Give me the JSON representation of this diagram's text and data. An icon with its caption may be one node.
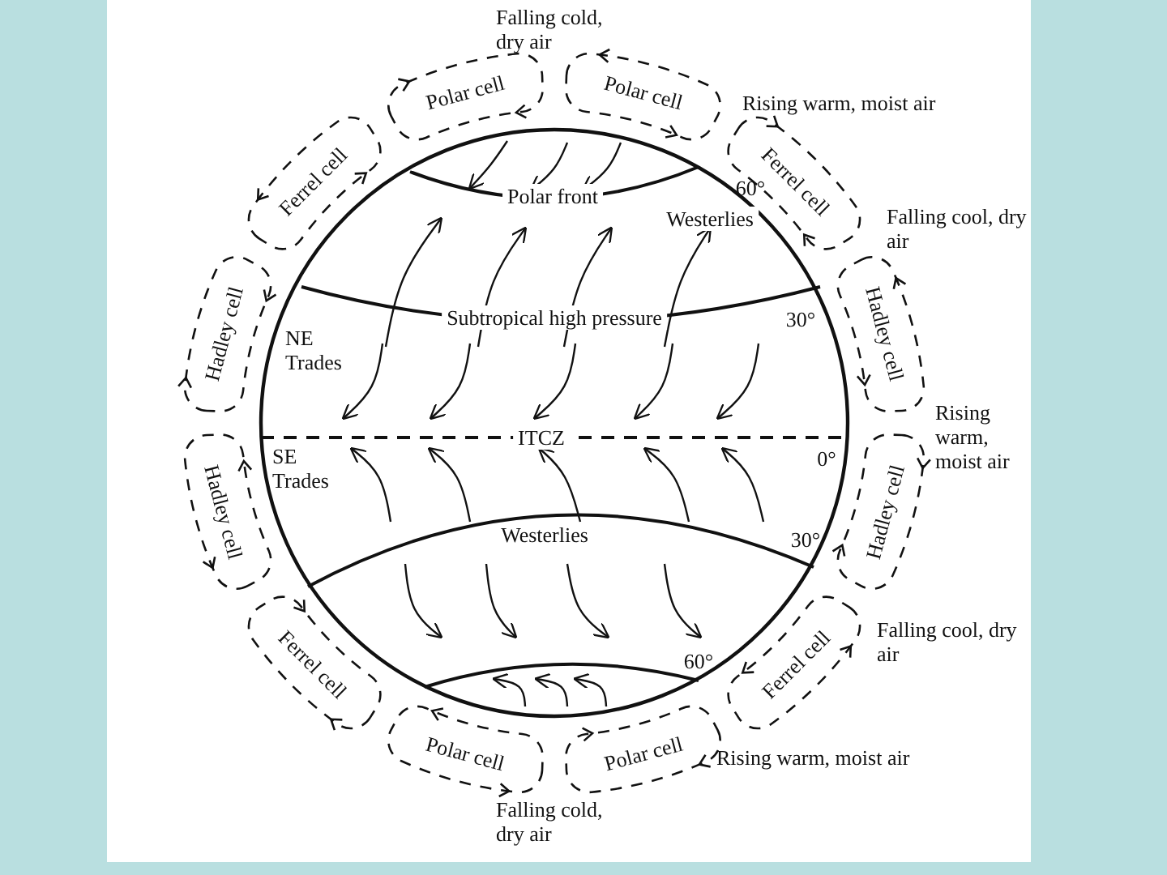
{
  "diagram": {
    "labels": [
      "Falling cold, dry air",
      "Polar cell",
      "Polar cell",
      "Rising warm, moist air",
      "Ferrel cell",
      "Ferrel cell",
      "Polar front",
      "60°",
      "Westerlies",
      "Falling cool, dry air",
      "Hadley cell",
      "Subtropical high pressure",
      "30°",
      "Hadley cell",
      "NE Trades",
      "Rising warm, moist air",
      "ITCZ",
      "0°",
      "SE Trades",
      "Hadley cell",
      "Hadley cell",
      "Westerlies",
      "30°",
      "Ferrel cell",
      "Falling cool, dry air",
      "60°",
      "Ferrel cell",
      "Polar cell",
      "Polar cell",
      "Rising warm, moist air",
      "Falling cold, dry air"
    ]
  }
}
